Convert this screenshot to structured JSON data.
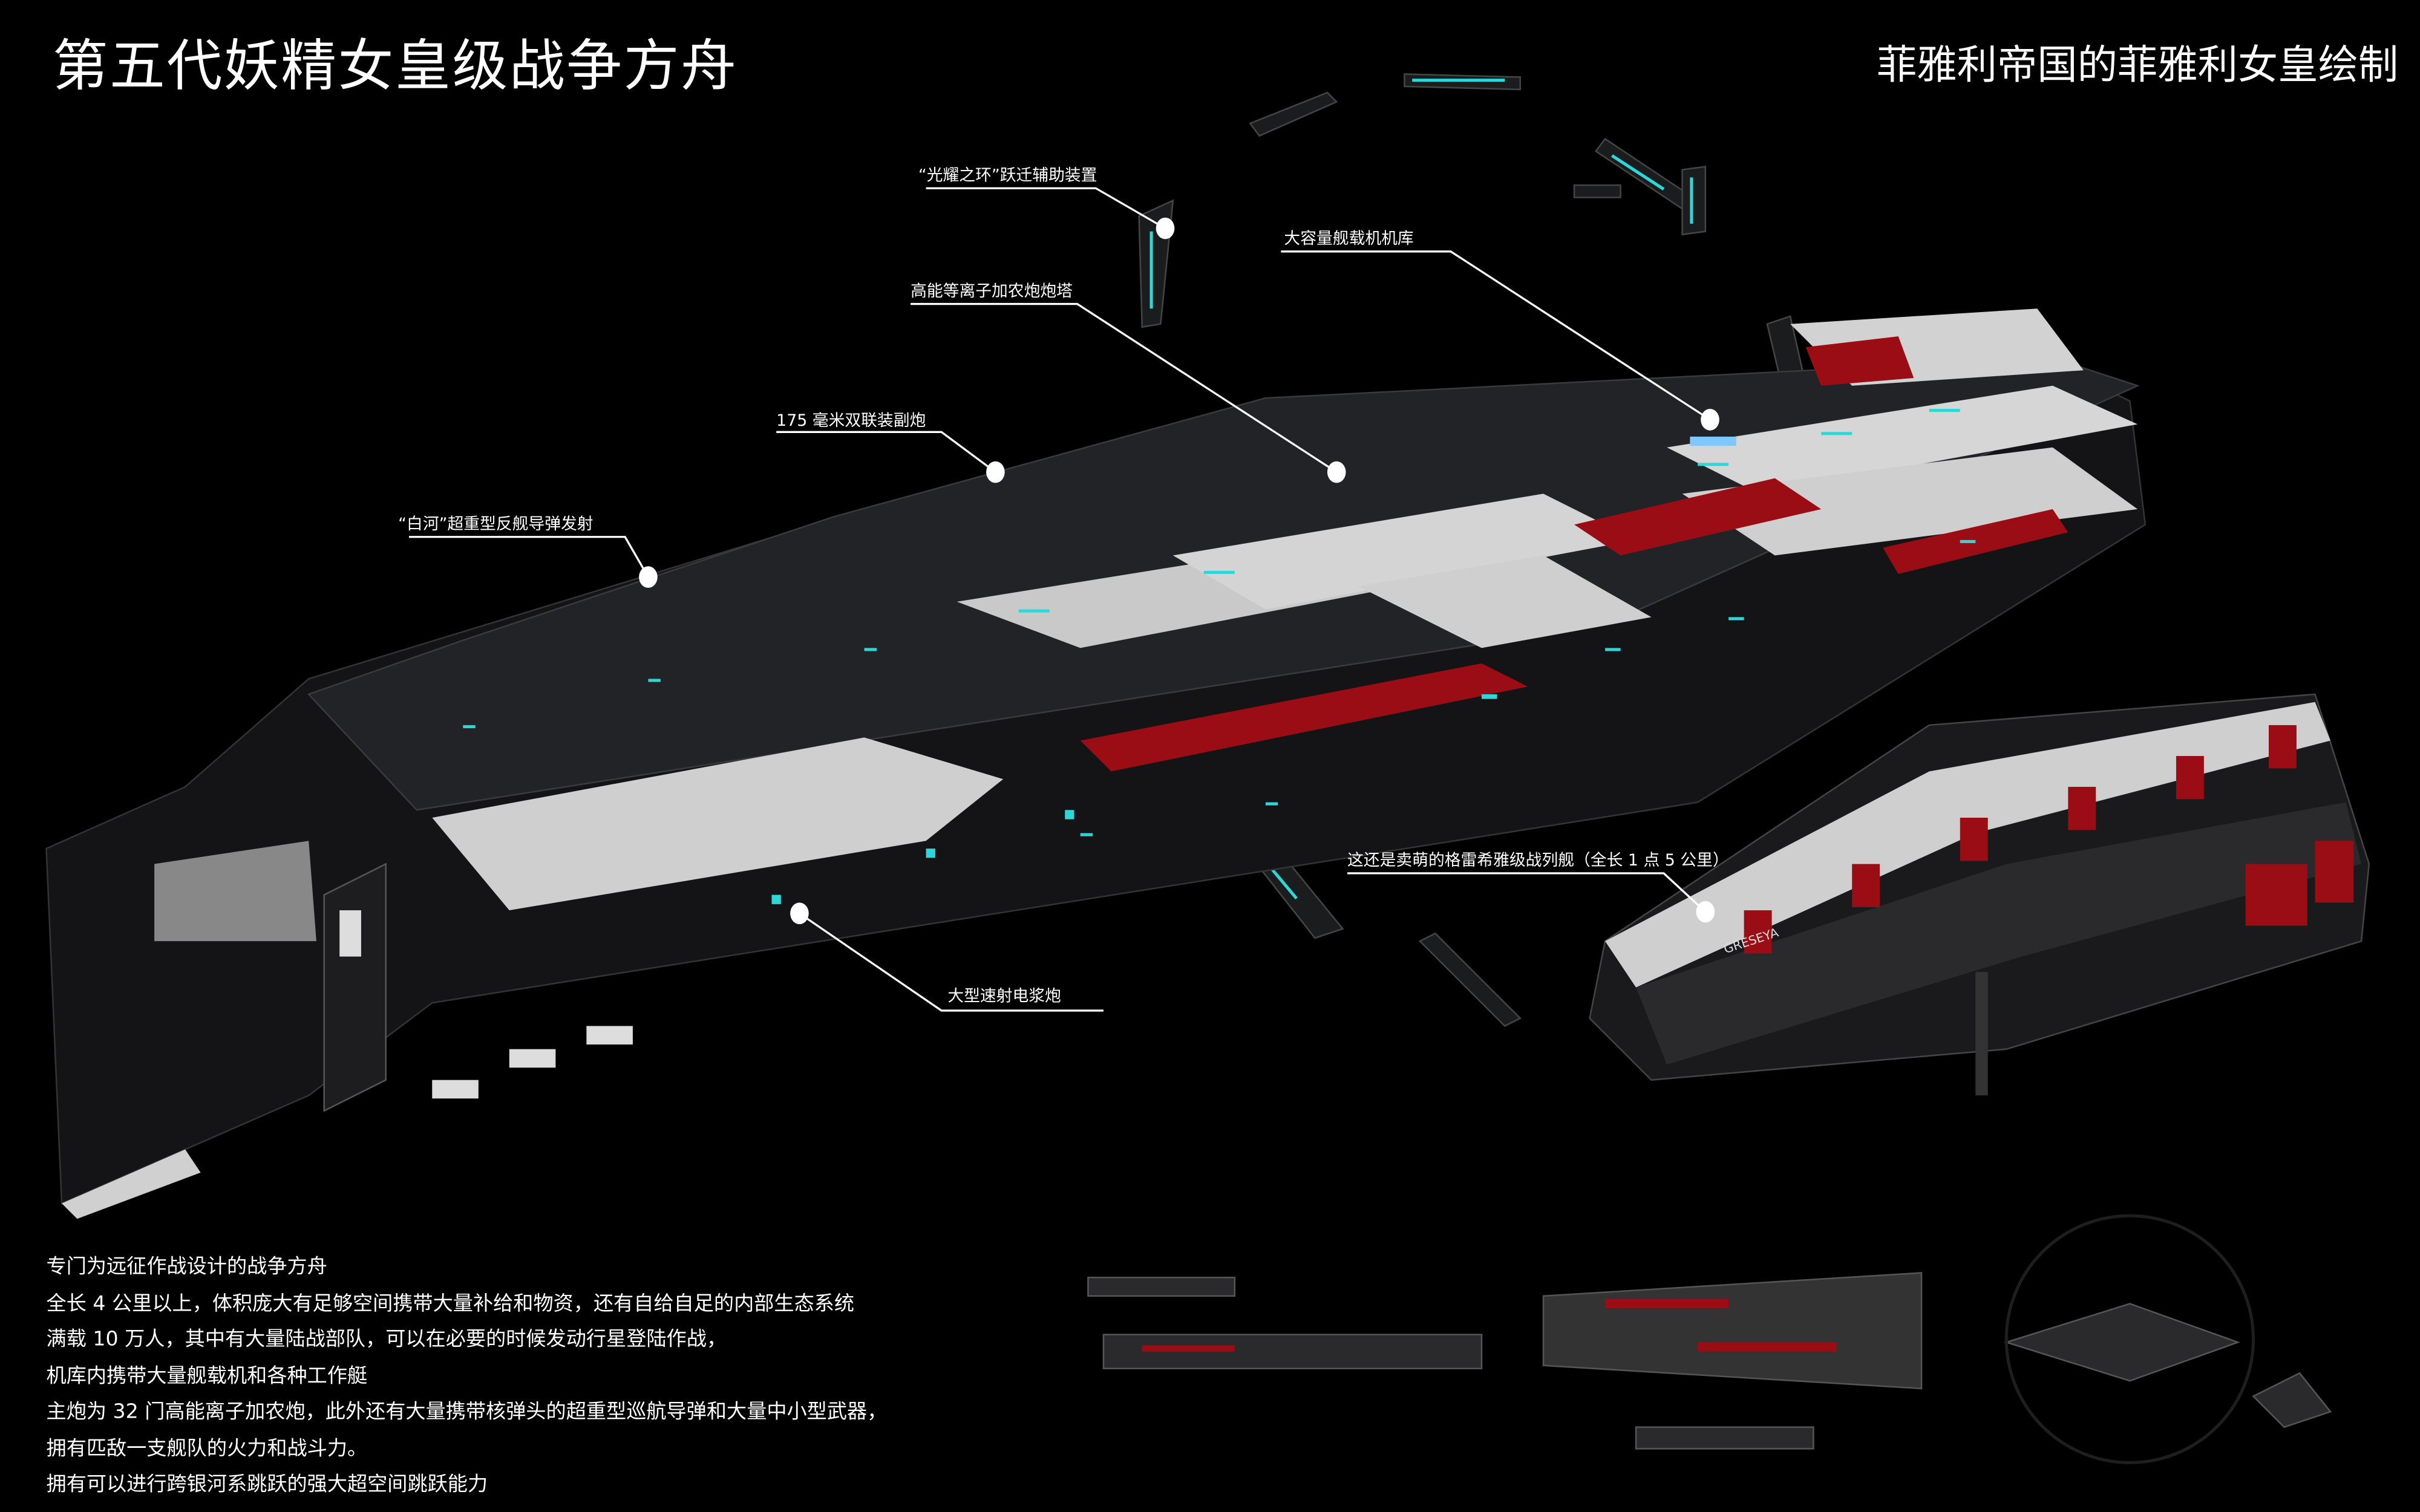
{
  "header": {
    "title": "第五代妖精女皇级战争方舟",
    "credit": "菲雅利帝国的菲雅利女皇绘制"
  },
  "callouts": [
    {
      "id": "jump-ring",
      "text": "“光耀之环”跃迁辅助装置"
    },
    {
      "id": "hangar",
      "text": "大容量舰载机机库"
    },
    {
      "id": "plasma-turret",
      "text": "高能等离子加农炮炮塔"
    },
    {
      "id": "secondary-gun",
      "text": "175 毫米双联装副炮"
    },
    {
      "id": "missile-launcher",
      "text": "“白河”超重型反舰导弹发射"
    },
    {
      "id": "rapid-plasma",
      "text": "大型速射电浆炮"
    },
    {
      "id": "greseya",
      "text": "这还是卖萌的格雷希雅级战列舰（全长 1 点 5 公里）"
    }
  ],
  "hull_markings": {
    "small_ship_name": "GRESEYA"
  },
  "description": [
    "专门为远征作战设计的战争方舟",
    "全长 4 公里以上，体积庞大有足够空间携带大量补给和物资，还有自给自足的内部生态系统",
    "满载 10 万人，其中有大量陆战部队，可以在必要的时候发动行星登陆作战，",
    "机库内携带大量舰载机和各种工作艇",
    "主炮为 32 门高能离子加农炮，此外还有大量携带核弹头的超重型巡航导弹和大量中小型武器，",
    "拥有匹敌一支舰队的火力和战斗力。",
    "拥有可以进行跨银河系跳跃的强大超空间跳跃能力"
  ],
  "colors": {
    "background": "#000000",
    "hull_dark": "#1b1b1d",
    "hull_white": "#d9d9d9",
    "accent_red": "#9a0d14",
    "light_cyan": "#2fd6d6"
  }
}
